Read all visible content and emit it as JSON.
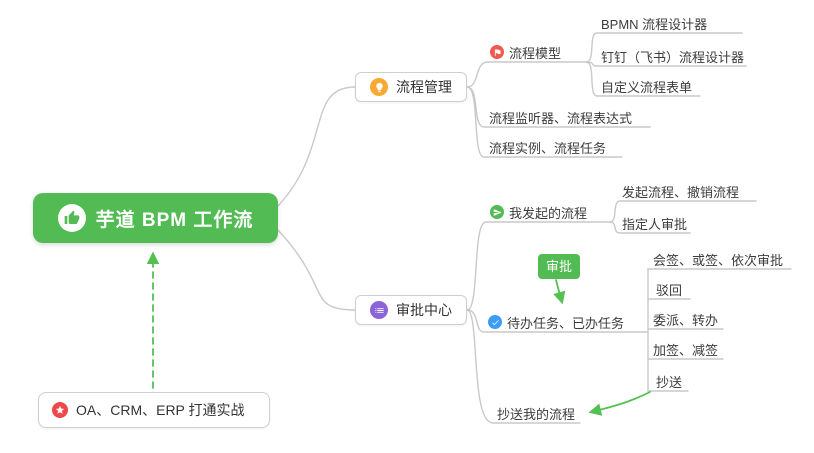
{
  "root": {
    "label": "芋道 BPM 工作流"
  },
  "branch_process": {
    "label": "流程管理",
    "model": {
      "label": "流程模型",
      "children": [
        "BPMN 流程设计器",
        "钉钉（飞书）流程设计器",
        "自定义流程表单"
      ]
    },
    "listener": "流程监听器、流程表达式",
    "instance": "流程实例、流程任务"
  },
  "branch_approval": {
    "label": "审批中心",
    "initiated": {
      "label": "我发起的流程",
      "children": [
        "发起流程、撤销流程",
        "指定人审批"
      ]
    },
    "badge": "审批",
    "tasks": {
      "label": "待办任务、已办任务",
      "children": [
        "会签、或签、依次审批",
        "驳回",
        "委派、转办",
        "加签、减签",
        "抄送"
      ]
    },
    "cc": "抄送我的流程"
  },
  "note": {
    "label": "OA、CRM、ERP 打通实战"
  },
  "colors": {
    "root_green": "#53bb53",
    "arrow_green": "#54c054",
    "line_gray": "#c9c9c9",
    "branch_orange": "#f7a934",
    "branch_purple": "#8b64d8",
    "marker_red": "#f05a50",
    "marker_blue": "#3d9df6",
    "note_red": "#f04848"
  }
}
